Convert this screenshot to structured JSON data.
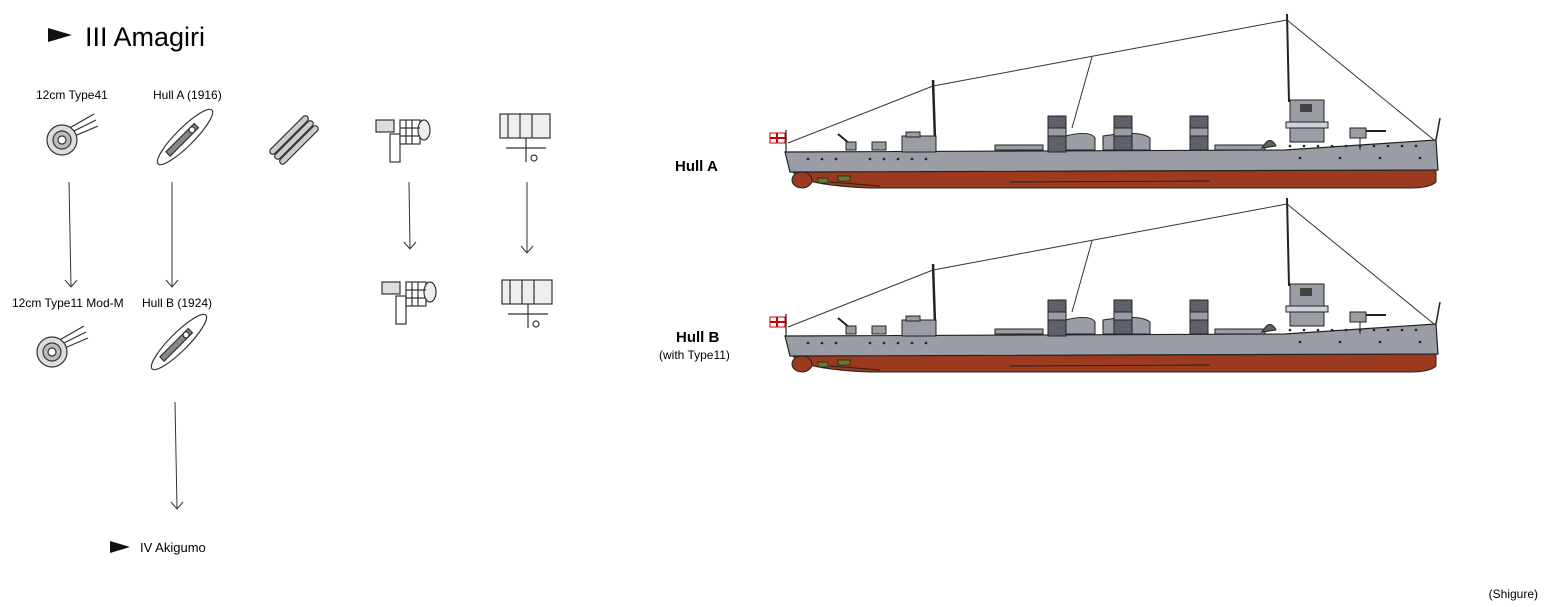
{
  "header": {
    "title": "III Amagiri"
  },
  "tree": {
    "gun_top": "12cm Type41",
    "gun_bottom": "12cm Type11 Mod-M",
    "hull_top": "Hull A (1916)",
    "hull_bottom": "Hull B (1924)"
  },
  "next_tier": {
    "label": "IV Akigumo"
  },
  "ships": {
    "hull_a": {
      "label": "Hull A"
    },
    "hull_b": {
      "label": "Hull B",
      "sublabel": "(with Type11)"
    }
  },
  "credit": "(Shigure)",
  "colors": {
    "hull_grey": "#9a9da5",
    "hull_red": "#9b3a1e",
    "line": "#333333"
  }
}
